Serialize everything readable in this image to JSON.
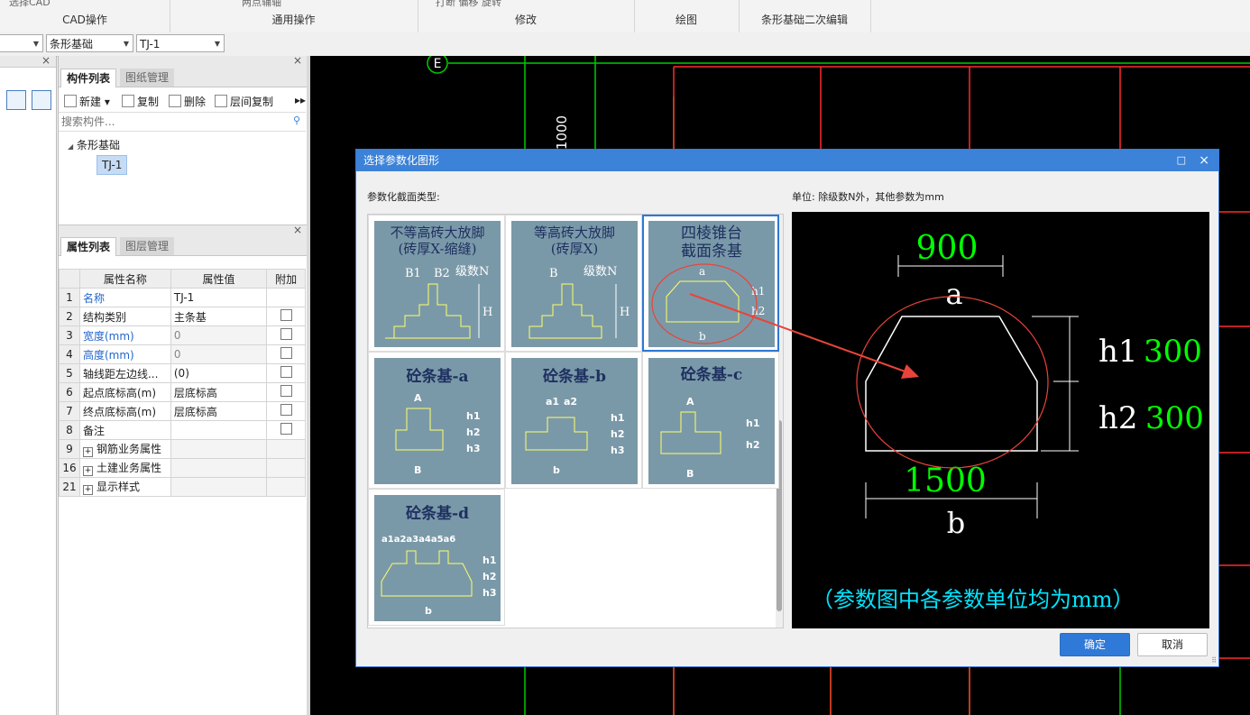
{
  "ribbon": {
    "groups": [
      {
        "label": "CAD操作",
        "cut_text": "选择CAD"
      },
      {
        "label": "通用操作",
        "cut_text": "两点辅轴"
      },
      {
        "label": "修改",
        "cut_text": "打断  偏移  旋转"
      },
      {
        "label": "绘图",
        "cut_text": ""
      },
      {
        "label": "条形基础二次编辑",
        "cut_text": ""
      }
    ]
  },
  "selectors": {
    "floor": "",
    "category": "条形基础",
    "component": "TJ-1"
  },
  "component_panel": {
    "tab_active": "构件列表",
    "tab_inactive": "图纸管理",
    "toolbar": {
      "new": "新建",
      "copy": "复制",
      "delete": "删除",
      "floor_copy": "层间复制"
    },
    "search_placeholder": "搜索构件...",
    "tree_root": "条形基础",
    "tree_child": "TJ-1"
  },
  "property_panel": {
    "tab_active": "属性列表",
    "tab_inactive": "图层管理",
    "headers": {
      "name": "属性名称",
      "value": "属性值",
      "extra": "附加"
    },
    "rows": [
      {
        "idx": "1",
        "name": "名称",
        "value": "TJ-1"
      },
      {
        "idx": "2",
        "name": "结构类别",
        "value": "主条基"
      },
      {
        "idx": "3",
        "name": "宽度(mm)",
        "value": "0"
      },
      {
        "idx": "4",
        "name": "高度(mm)",
        "value": "0"
      },
      {
        "idx": "5",
        "name": "轴线距左边线...",
        "value": "(0)"
      },
      {
        "idx": "6",
        "name": "起点底标高(m)",
        "value": "层底标高"
      },
      {
        "idx": "7",
        "name": "终点底标高(m)",
        "value": "层底标高"
      },
      {
        "idx": "8",
        "name": "备注",
        "value": ""
      },
      {
        "idx": "9",
        "name": "钢筋业务属性",
        "value": ""
      },
      {
        "idx": "16",
        "name": "土建业务属性",
        "value": ""
      },
      {
        "idx": "21",
        "name": "显示样式",
        "value": ""
      }
    ]
  },
  "canvas": {
    "axis_label": "E",
    "dim_text": "1000"
  },
  "dialog": {
    "title": "选择参数化图形",
    "section_label": "参数化截面类型:",
    "unit_note": "单位:  除级数N外，其他参数为mm",
    "shapes": [
      {
        "title1": "不等高砖大放脚",
        "title2": "(砖厚X-缩缝)",
        "labels": [
          "B1",
          "B2",
          "级数N",
          "H"
        ]
      },
      {
        "title1": "等高砖大放脚",
        "title2": "(砖厚X)",
        "labels": [
          "B",
          "级数N",
          "H"
        ]
      },
      {
        "title1": "四棱锥台",
        "title2": "截面条基",
        "labels": [
          "a",
          "h1",
          "h2",
          "b"
        ]
      },
      {
        "title1": "砼条基-a",
        "title2": "",
        "labels": [
          "A",
          "h1",
          "h2",
          "h3",
          "B"
        ]
      },
      {
        "title1": "砼条基-b",
        "title2": "",
        "labels": [
          "a1",
          "a2",
          "h1",
          "h2",
          "h3",
          "b"
        ]
      },
      {
        "title1": "砼条基-c",
        "title2": "",
        "labels": [
          "A",
          "h1",
          "h2",
          "B"
        ]
      },
      {
        "title1": "砼条基-d",
        "title2": "",
        "labels": [
          "a1a2a3a4a5a6",
          "h1",
          "h2",
          "h3",
          "b"
        ]
      }
    ],
    "preview": {
      "a_value": "900",
      "a_label": "a",
      "b_value": "1500",
      "b_label": "b",
      "h1_label": "h1",
      "h1_value": "300",
      "h2_label": "h2",
      "h2_value": "300",
      "note": "（参数图中各参数单位均为mm）"
    },
    "ok": "确定",
    "cancel": "取消"
  },
  "colors": {
    "accent": "#3b82d8",
    "green": "#00ff00",
    "cyan": "#00e5ff",
    "red": "#e8443a",
    "shape_bg": "#7a99a8",
    "shape_outline": "#ffff66"
  }
}
